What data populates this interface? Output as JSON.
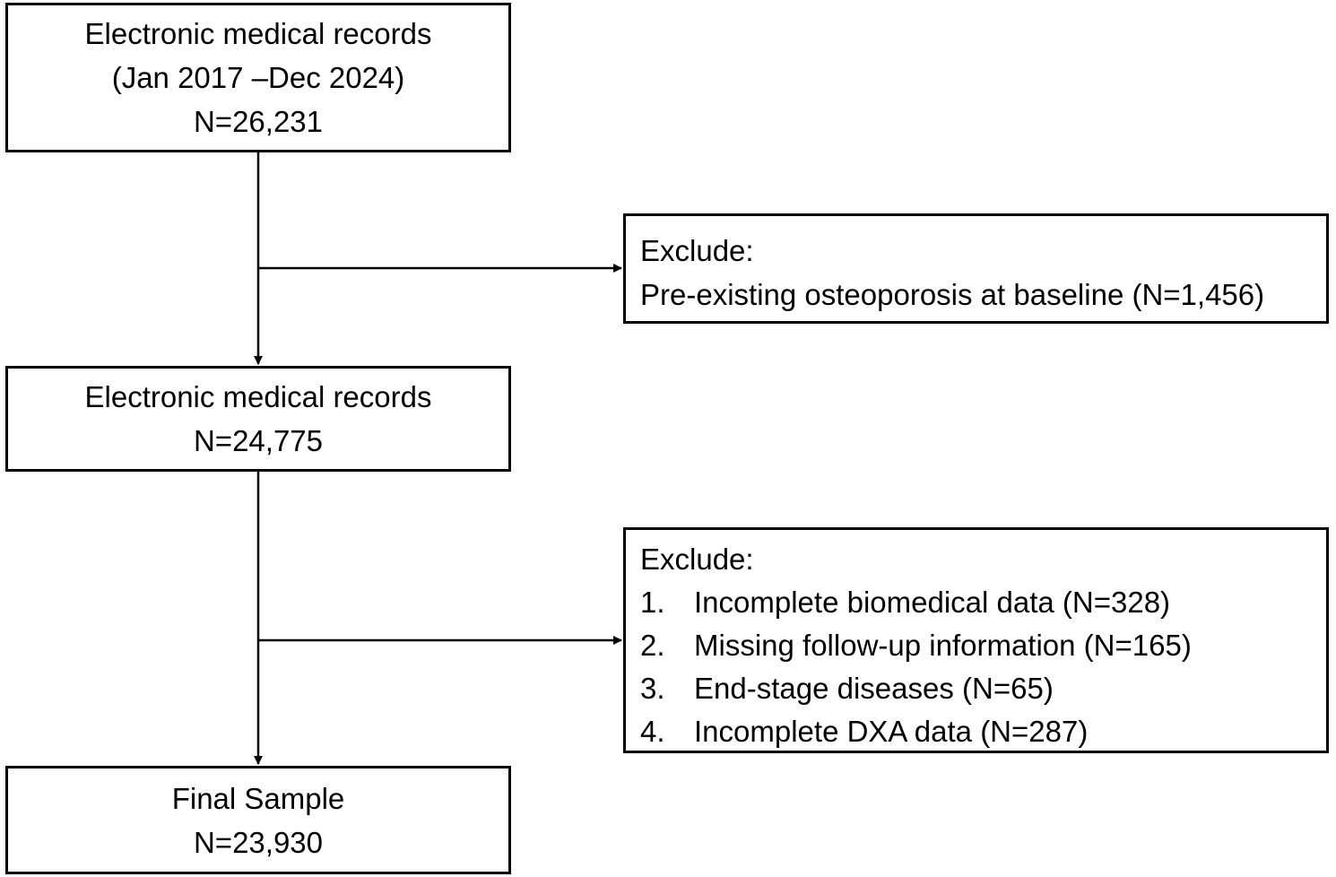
{
  "boxes": {
    "initial": {
      "line1": "Electronic medical records",
      "line2": "(Jan 2017 –Dec 2024)",
      "line3": "N=26,231"
    },
    "exclude_1": {
      "header": "Exclude:",
      "item": "Pre-existing osteoporosis at baseline (N=1,456)"
    },
    "after_exclusion": {
      "line1": "Electronic medical records",
      "line2": "N=24,775"
    },
    "exclude_2": {
      "header": "Exclude:",
      "items": [
        {
          "num": "1.",
          "text": "Incomplete biomedical data (N=328)"
        },
        {
          "num": "2.",
          "text": "Missing follow-up information (N=165)"
        },
        {
          "num": "3.",
          "text": "End-stage diseases (N=65)"
        },
        {
          "num": "4.",
          "text": "Incomplete DXA data (N=287)"
        }
      ]
    },
    "final": {
      "line1": "Final Sample",
      "line2": "N=23,930"
    }
  },
  "colors": {
    "stroke": "#000000",
    "background": "#ffffff"
  }
}
